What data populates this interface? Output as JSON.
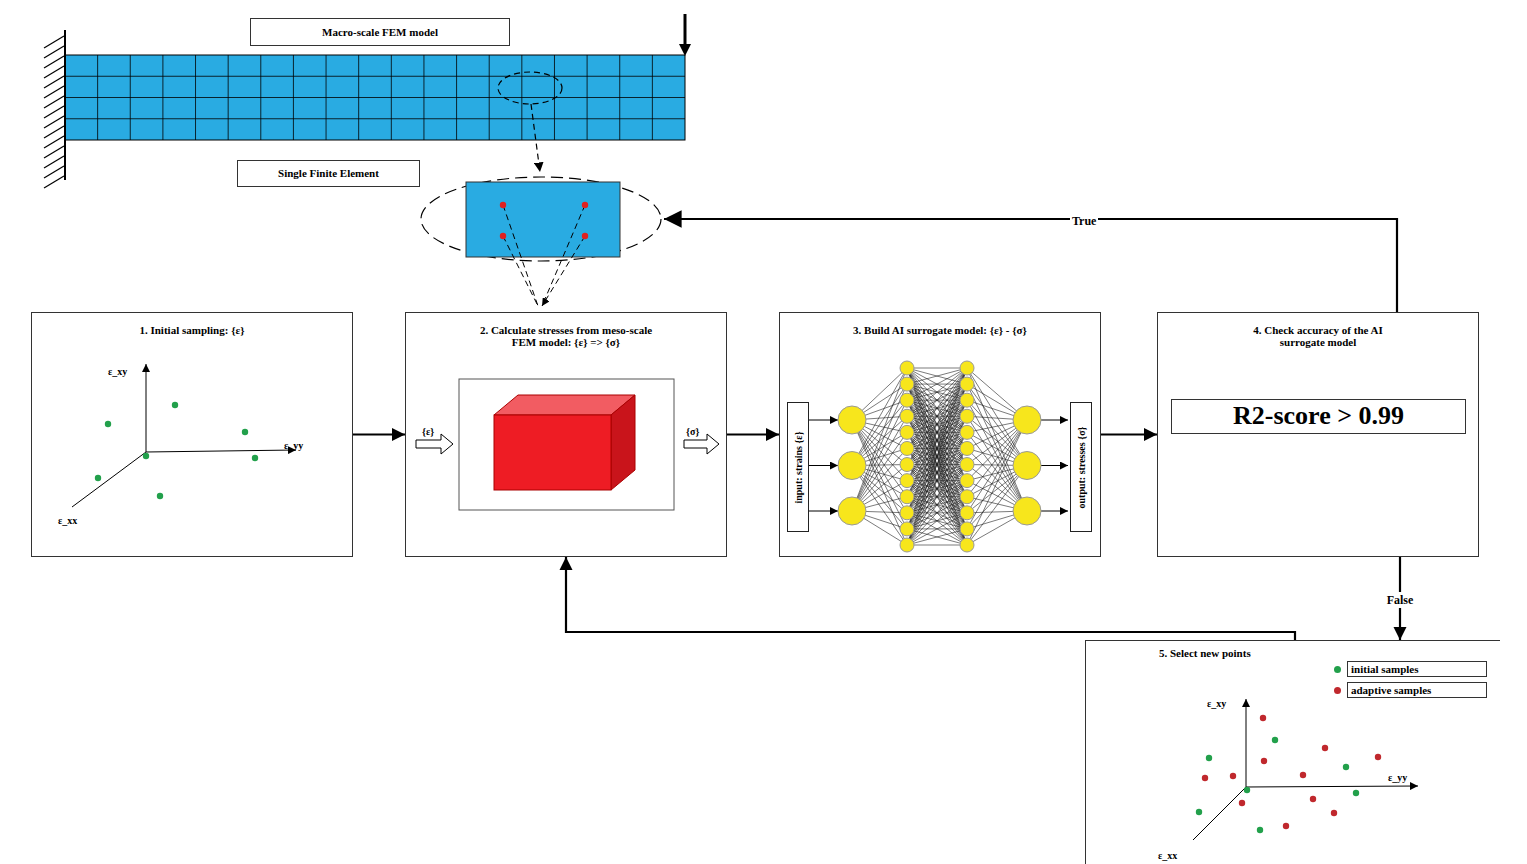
{
  "diagram": {
    "nodes": [
      {
        "text": [
          "Macro-scale FEM model"
        ]
      },
      {
        "text": [
          "Single Finite Element"
        ]
      },
      {
        "text": [
          "1. Initial sampling: {ε}"
        ]
      },
      {
        "text": [
          "2. Calculate stresses from meso-scale FEM model: {ε} => {σ}"
        ]
      },
      {
        "text": [
          "3. Build AI surrogate model: {ε} - {σ}"
        ]
      },
      {
        "text": [
          "input: strains {ε}"
        ],
        "in": 4
      },
      {
        "text": [
          "output: stresses {σ}"
        ],
        "in": 4
      },
      {
        "text": [
          "4. Check accuracy of the AI surrogate model"
        ]
      },
      {
        "text": [
          "R2-score > 0.99"
        ],
        "in": 7
      },
      {
        "text": [
          "5. Select new points"
        ]
      }
    ],
    "edges": [
      {
        "from": 2,
        "to": 3,
        "arrow": "to"
      },
      {
        "from": 3,
        "to": 4,
        "arrow": "to"
      },
      {
        "from": 4,
        "to": 7,
        "arrow": "to"
      },
      {
        "from": 7,
        "to": 9,
        "label": "False",
        "arrow": "to"
      },
      {
        "from": 9,
        "to": 3,
        "arrow": "to"
      }
    ],
    "labels": [
      "ε_xy",
      "ε_yy",
      "ε_xx",
      "{ε}",
      "{σ}",
      "True",
      "ε_xy",
      "ε_yy",
      "ε_xx"
    ],
    "legend": [
      {
        "text": "initial samples",
        "color": "#22a04b"
      },
      {
        "text": "adaptive samples",
        "color": "#c0282d"
      }
    ]
  }
}
